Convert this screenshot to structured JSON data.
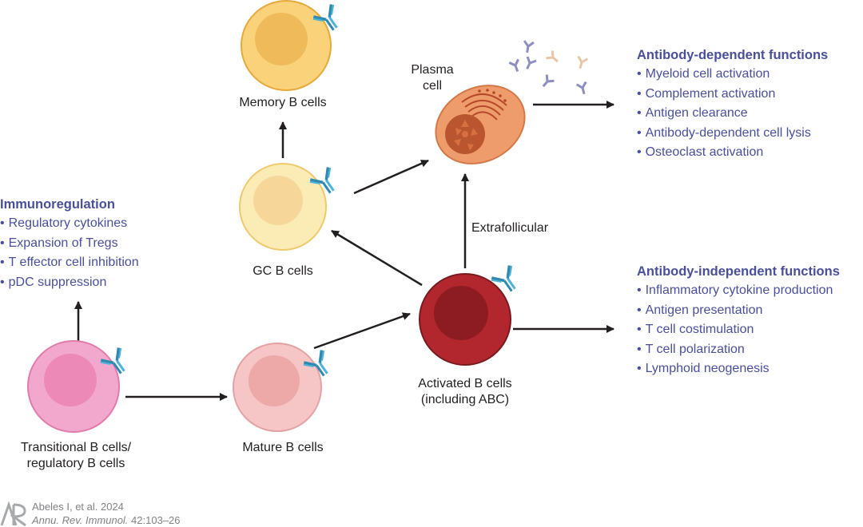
{
  "cells": {
    "transitional": {
      "label_line1": "Transitional B cells/",
      "label_line2": "regulatory B cells",
      "fill": "#f2a8cd",
      "nucleus": "#ec89b7",
      "stroke": "#e27aaa"
    },
    "mature": {
      "label": "Mature B cells",
      "fill": "#f6c6c6",
      "nucleus": "#eda8a8",
      "stroke": "#e4a2a2"
    },
    "activated": {
      "label_line1": "Activated B cells",
      "label_line2": "(including ABC)",
      "fill": "#b2272d",
      "nucleus": "#8c1c21",
      "stroke": "#7a1a1e"
    },
    "gc": {
      "label": "GC B cells",
      "fill": "#fbecb6",
      "nucleus": "#f6d799",
      "stroke": "#efc96e"
    },
    "memory": {
      "label": "Memory B cells",
      "fill": "#f9d279",
      "nucleus": "#efbb5a",
      "stroke": "#e7a93c"
    },
    "plasma": {
      "label_line1": "Plasma",
      "label_line2": "cell",
      "fill": "#ef9c6c",
      "nucleus": "#b9552f",
      "stroke": "#d57848"
    }
  },
  "pathway": {
    "extrafollicular": "Extrafollicular"
  },
  "immunoregulation": {
    "title": "Immunoregulation",
    "items": [
      "Regulatory cytokines",
      "Expansion of Tregs",
      "T effector cell inhibition",
      "pDC suppression"
    ]
  },
  "antibody_dependent": {
    "title": "Antibody-dependent functions",
    "items": [
      "Myeloid cell activation",
      "Complement activation",
      "Antigen clearance",
      "Antibody-dependent cell lysis",
      "Osteoclast activation"
    ]
  },
  "antibody_independent": {
    "title": "Antibody-independent functions",
    "items": [
      "Inflammatory cytokine production",
      "Antigen presentation",
      "T cell costimulation",
      "T cell polarization",
      "Lymphoid neogenesis"
    ]
  },
  "citation": {
    "authors": "Abeles I, et al. 2024",
    "journal": "Annu. Rev. Immunol.",
    "ref": "42:103–26"
  },
  "colors": {
    "accent_text": "#4a4f9c",
    "arrow": "#231f20",
    "bcr": "#2e8ab0",
    "bcr_light": "#4fb3d9"
  },
  "free_antibodies": [
    {
      "color": "#8d8fc2"
    },
    {
      "color": "#8d8fc2"
    },
    {
      "color": "#8d8fc2"
    },
    {
      "color": "#e8c7a8"
    },
    {
      "color": "#e8c7a8"
    },
    {
      "color": "#8d8fc2"
    },
    {
      "color": "#8d8fc2"
    }
  ]
}
